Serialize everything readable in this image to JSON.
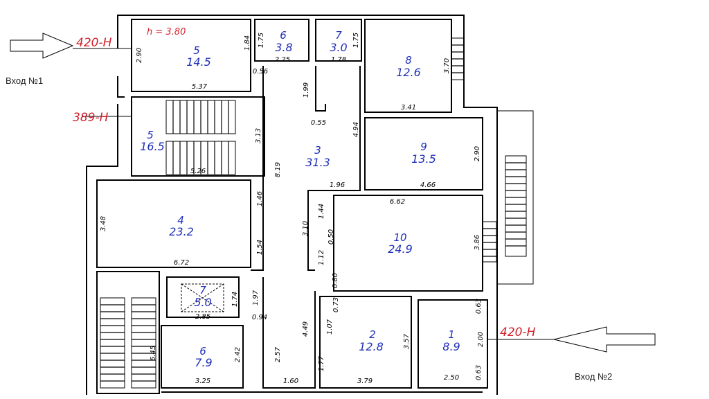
{
  "height_label": "h = 3.80",
  "entrances": [
    {
      "label": "Вход №1",
      "mark": "420-H"
    },
    {
      "label": "Вход №2",
      "mark": "420-H"
    }
  ],
  "stair_mark": "389-H",
  "rooms": [
    {
      "id": "r5a",
      "num": "5",
      "area": "14.5"
    },
    {
      "id": "r6a",
      "num": "6",
      "area": "3.8"
    },
    {
      "id": "r7a",
      "num": "7",
      "area": "3.0"
    },
    {
      "id": "r8",
      "num": "8",
      "area": "12.6"
    },
    {
      "id": "r5b",
      "num": "5",
      "area": "16.5"
    },
    {
      "id": "r3",
      "num": "3",
      "area": "31.3"
    },
    {
      "id": "r9",
      "num": "9",
      "area": "13.5"
    },
    {
      "id": "r4",
      "num": "4",
      "area": "23.2"
    },
    {
      "id": "r10",
      "num": "10",
      "area": "24.9"
    },
    {
      "id": "r7b",
      "num": "7",
      "area": "5.0"
    },
    {
      "id": "r2",
      "num": "2",
      "area": "12.8"
    },
    {
      "id": "r1",
      "num": "1",
      "area": "8.9"
    },
    {
      "id": "r6b",
      "num": "6",
      "area": "7.9"
    }
  ],
  "dimensions": [
    "2.90",
    "5.37",
    "1.84",
    "1.75",
    "2.25",
    "0.56",
    "1.75",
    "1.78",
    "3.70",
    "3.41",
    "1.99",
    "0.55",
    "4.94",
    "3.13",
    "5.26",
    "8.19",
    "2.90",
    "4.66",
    "1.96",
    "1.46",
    "3.48",
    "6.72",
    "1.54",
    "6.62",
    "1.44",
    "3.10",
    "0.50",
    "1.12",
    "0.80",
    "3.86",
    "1.97",
    "1.74",
    "2.85",
    "0.94",
    "4.49",
    "0.73",
    "1.07",
    "1.77",
    "3.57",
    "0.63",
    "2.00",
    "0.63",
    "6.45",
    "2.42",
    "3.25",
    "2.57",
    "1.60",
    "3.79",
    "2.50"
  ]
}
